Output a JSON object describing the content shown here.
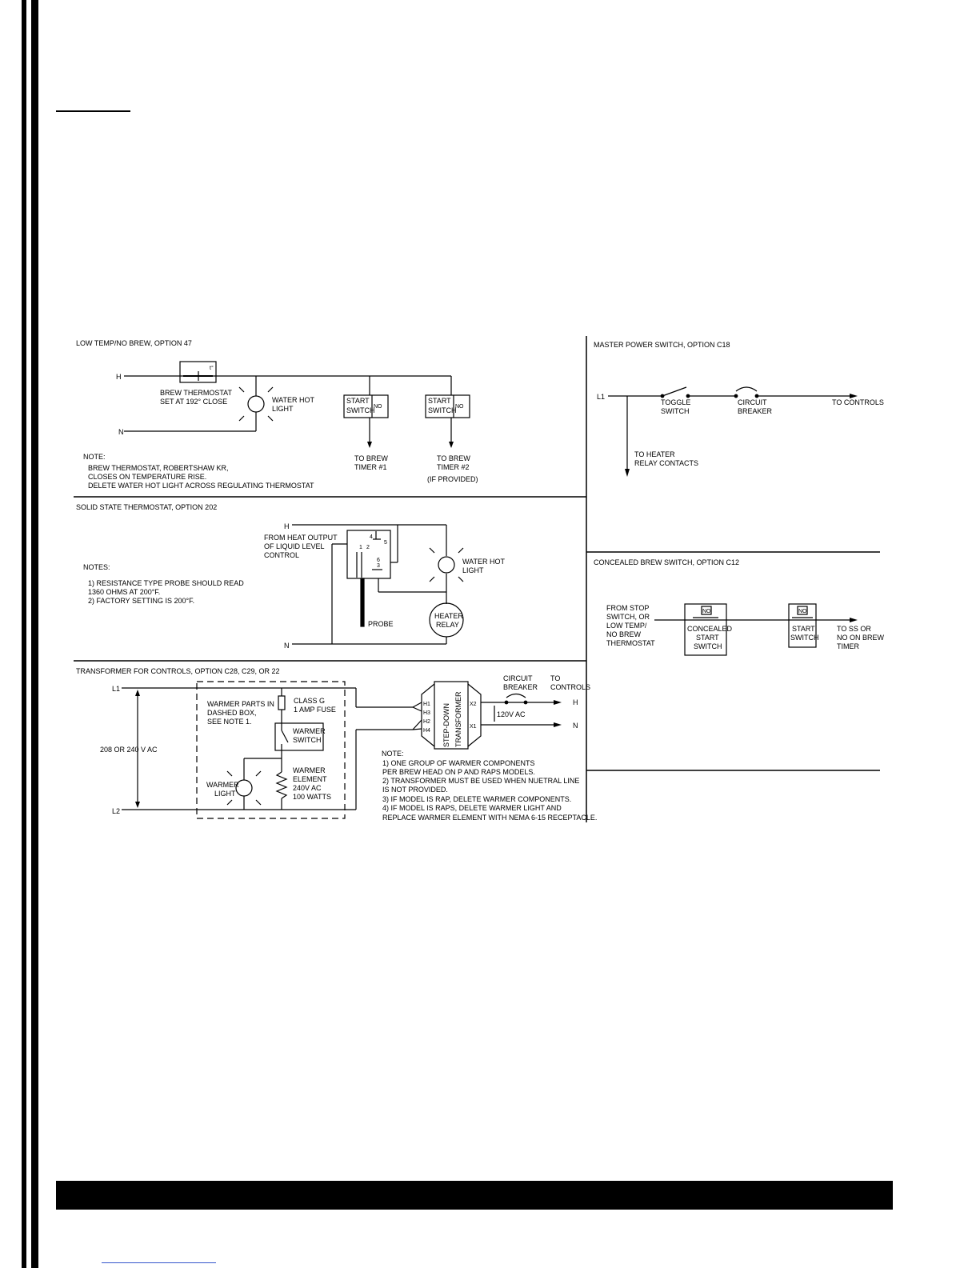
{
  "panels": {
    "low_temp": {
      "title": "LOW TEMP/NO BREW, OPTION 47",
      "h": "H",
      "n": "N",
      "t": "t°",
      "thermostat": [
        "BREW THERMOSTAT",
        "SET AT 192° CLOSE"
      ],
      "water_hot": [
        "WATER HOT",
        "LIGHT"
      ],
      "start_switch": [
        "START",
        "SWITCH"
      ],
      "no": "NO",
      "to_timer1": [
        "TO BREW",
        "TIMER #1"
      ],
      "to_timer2": [
        "TO BREW",
        "TIMER #2",
        "(IF PROVIDED)"
      ],
      "note_title": "NOTE:",
      "notes": [
        "BREW THERMOSTAT, ROBERTSHAW KR,",
        "CLOSES ON TEMPERATURE RISE.",
        "DELETE WATER HOT LIGHT ACROSS REGULATING THERMOSTAT"
      ]
    },
    "master_power": {
      "title": "MASTER POWER SWITCH, OPTION C18",
      "l1": "L1",
      "toggle": [
        "TOGGLE",
        "SWITCH"
      ],
      "breaker": [
        "CIRCUIT",
        "BREAKER"
      ],
      "to_controls": "TO CONTROLS",
      "to_heater": [
        "TO HEATER",
        "RELAY CONTACTS"
      ]
    },
    "solid_state": {
      "title": "SOLID STATE THERMOSTAT, OPTION 202",
      "h": "H",
      "n": "N",
      "from_heat": [
        "FROM HEAT OUTPUT",
        "OF LIQUID LEVEL",
        "CONTROL"
      ],
      "pins": [
        "4",
        "5",
        "1",
        "2",
        "6",
        "3"
      ],
      "water_hot": [
        "WATER HOT",
        "LIGHT"
      ],
      "probe": "PROBE",
      "relay": [
        "HEATER",
        "RELAY"
      ],
      "notes_title": "NOTES:",
      "notes": [
        "1) RESISTANCE TYPE PROBE SHOULD READ",
        "1360 OHMS AT 200°F.",
        "2) FACTORY SETTING IS 200°F."
      ]
    },
    "concealed": {
      "title": "CONCEALED BREW SWITCH, OPTION C12",
      "from_stop": [
        "FROM STOP",
        "SWITCH, OR",
        "LOW TEMP/",
        "NO BREW",
        "THERMOSTAT"
      ],
      "concealed_switch": [
        "CONCEALED",
        "START",
        "SWITCH"
      ],
      "start_switch": [
        "START",
        "SWITCH"
      ],
      "no": "NO",
      "to_ss": [
        "TO SS OR",
        "NO ON BREW",
        "TIMER"
      ]
    },
    "transformer": {
      "title": "TRANSFORMER FOR CONTROLS, OPTION C28, C29, OR 22",
      "l1": "L1",
      "l2": "L2",
      "voltage": "208 OR 240 V AC",
      "warmer_parts": [
        "WARMER PARTS IN",
        "DASHED BOX,",
        "SEE NOTE 1."
      ],
      "fuse": [
        "CLASS G",
        "1 AMP FUSE"
      ],
      "warmer_switch": [
        "WARMER",
        "SWITCH"
      ],
      "warmer_light": [
        "WARMER",
        "LIGHT"
      ],
      "warmer_element": [
        "WARMER",
        "ELEMENT",
        "240V AC",
        "100 WATTS"
      ],
      "xfmr": [
        "STEP-DOWN",
        "TRANSFORMER"
      ],
      "terminals": [
        "H1",
        "H3",
        "H2",
        "H4",
        "X2",
        "X1"
      ],
      "vac": "120V AC",
      "breaker": [
        "CIRCUIT",
        "BREAKER"
      ],
      "to_controls": [
        "TO",
        "CONTROLS"
      ],
      "h": "H",
      "n": "N",
      "note_title": "NOTE:",
      "notes": [
        "1) ONE GROUP OF WARMER COMPONENTS",
        "PER BREW HEAD ON P AND RAPS MODELS.",
        "2) TRANSFORMER MUST BE USED WHEN NUETRAL LINE",
        "IS NOT PROVIDED.",
        "3) IF MODEL IS RAP, DELETE WARMER COMPONENTS.",
        "4) IF MODEL IS RAPS, DELETE WARMER LIGHT AND",
        "REPLACE WARMER ELEMENT WITH NEMA 6-15 RECEPTACLE."
      ]
    }
  }
}
